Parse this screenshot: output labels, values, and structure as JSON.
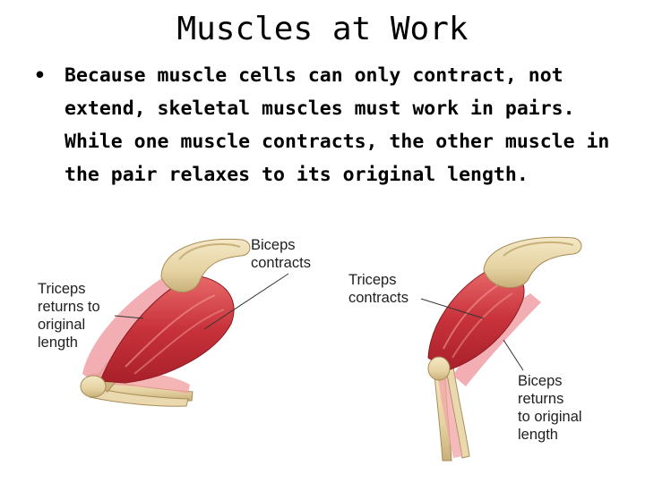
{
  "slide": {
    "title": "Muscles at Work",
    "bullet_symbol": "•",
    "bullet_text": "Because muscle cells can only contract, not extend, skeletal muscles must work in pairs. While one muscle contracts, the other muscle in the pair relaxes to its original length."
  },
  "figure_left": {
    "biceps_label": [
      "Biceps",
      "contracts"
    ],
    "triceps_label": [
      "Triceps",
      "returns to",
      "original",
      "length"
    ]
  },
  "figure_right": {
    "triceps_label": [
      "Triceps",
      "contracts"
    ],
    "biceps_label": [
      "Biceps",
      "returns",
      "to original",
      "length"
    ]
  }
}
